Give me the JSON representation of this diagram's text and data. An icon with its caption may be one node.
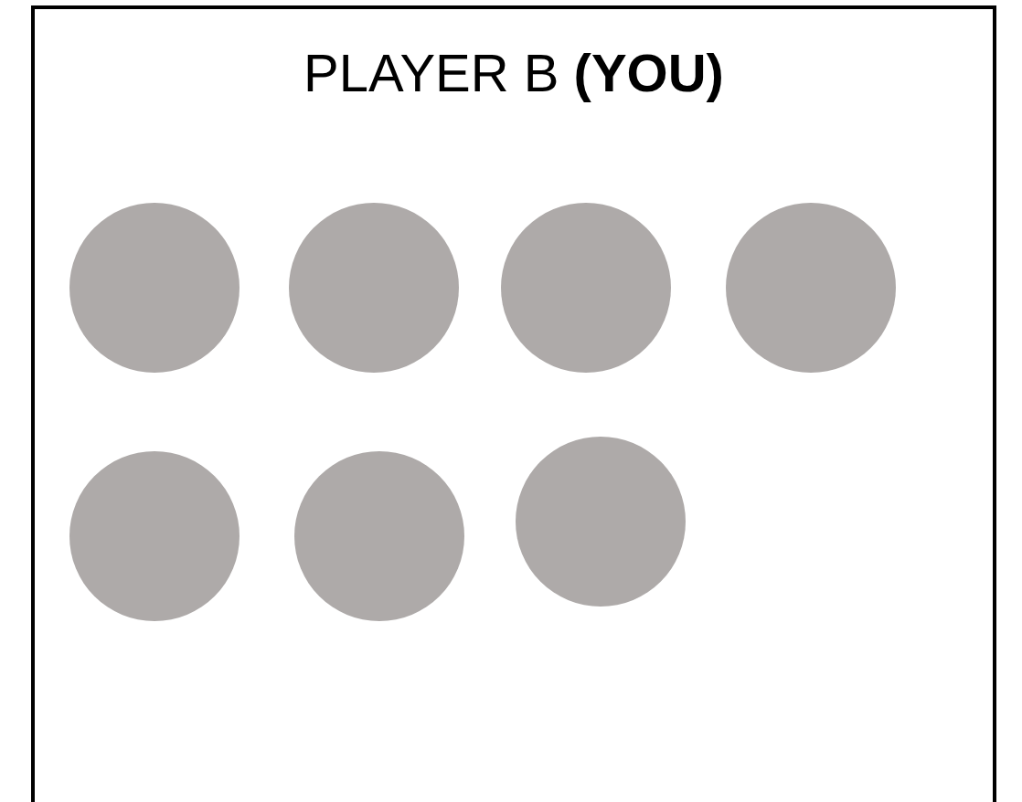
{
  "diagram": {
    "nodes": [
      {
        "text": [
          "PLAYER B **(YOU)**"
        ]
      },
      {
        "text": [],
        "shape": "circle",
        "in": 0
      },
      {
        "text": [],
        "shape": "circle",
        "in": 0
      },
      {
        "text": [],
        "shape": "circle",
        "in": 0
      },
      {
        "text": [],
        "shape": "circle",
        "in": 0
      },
      {
        "text": [],
        "shape": "circle",
        "in": 0
      },
      {
        "text": [],
        "shape": "circle",
        "in": 0
      },
      {
        "text": [],
        "shape": "circle",
        "in": 0
      }
    ]
  }
}
